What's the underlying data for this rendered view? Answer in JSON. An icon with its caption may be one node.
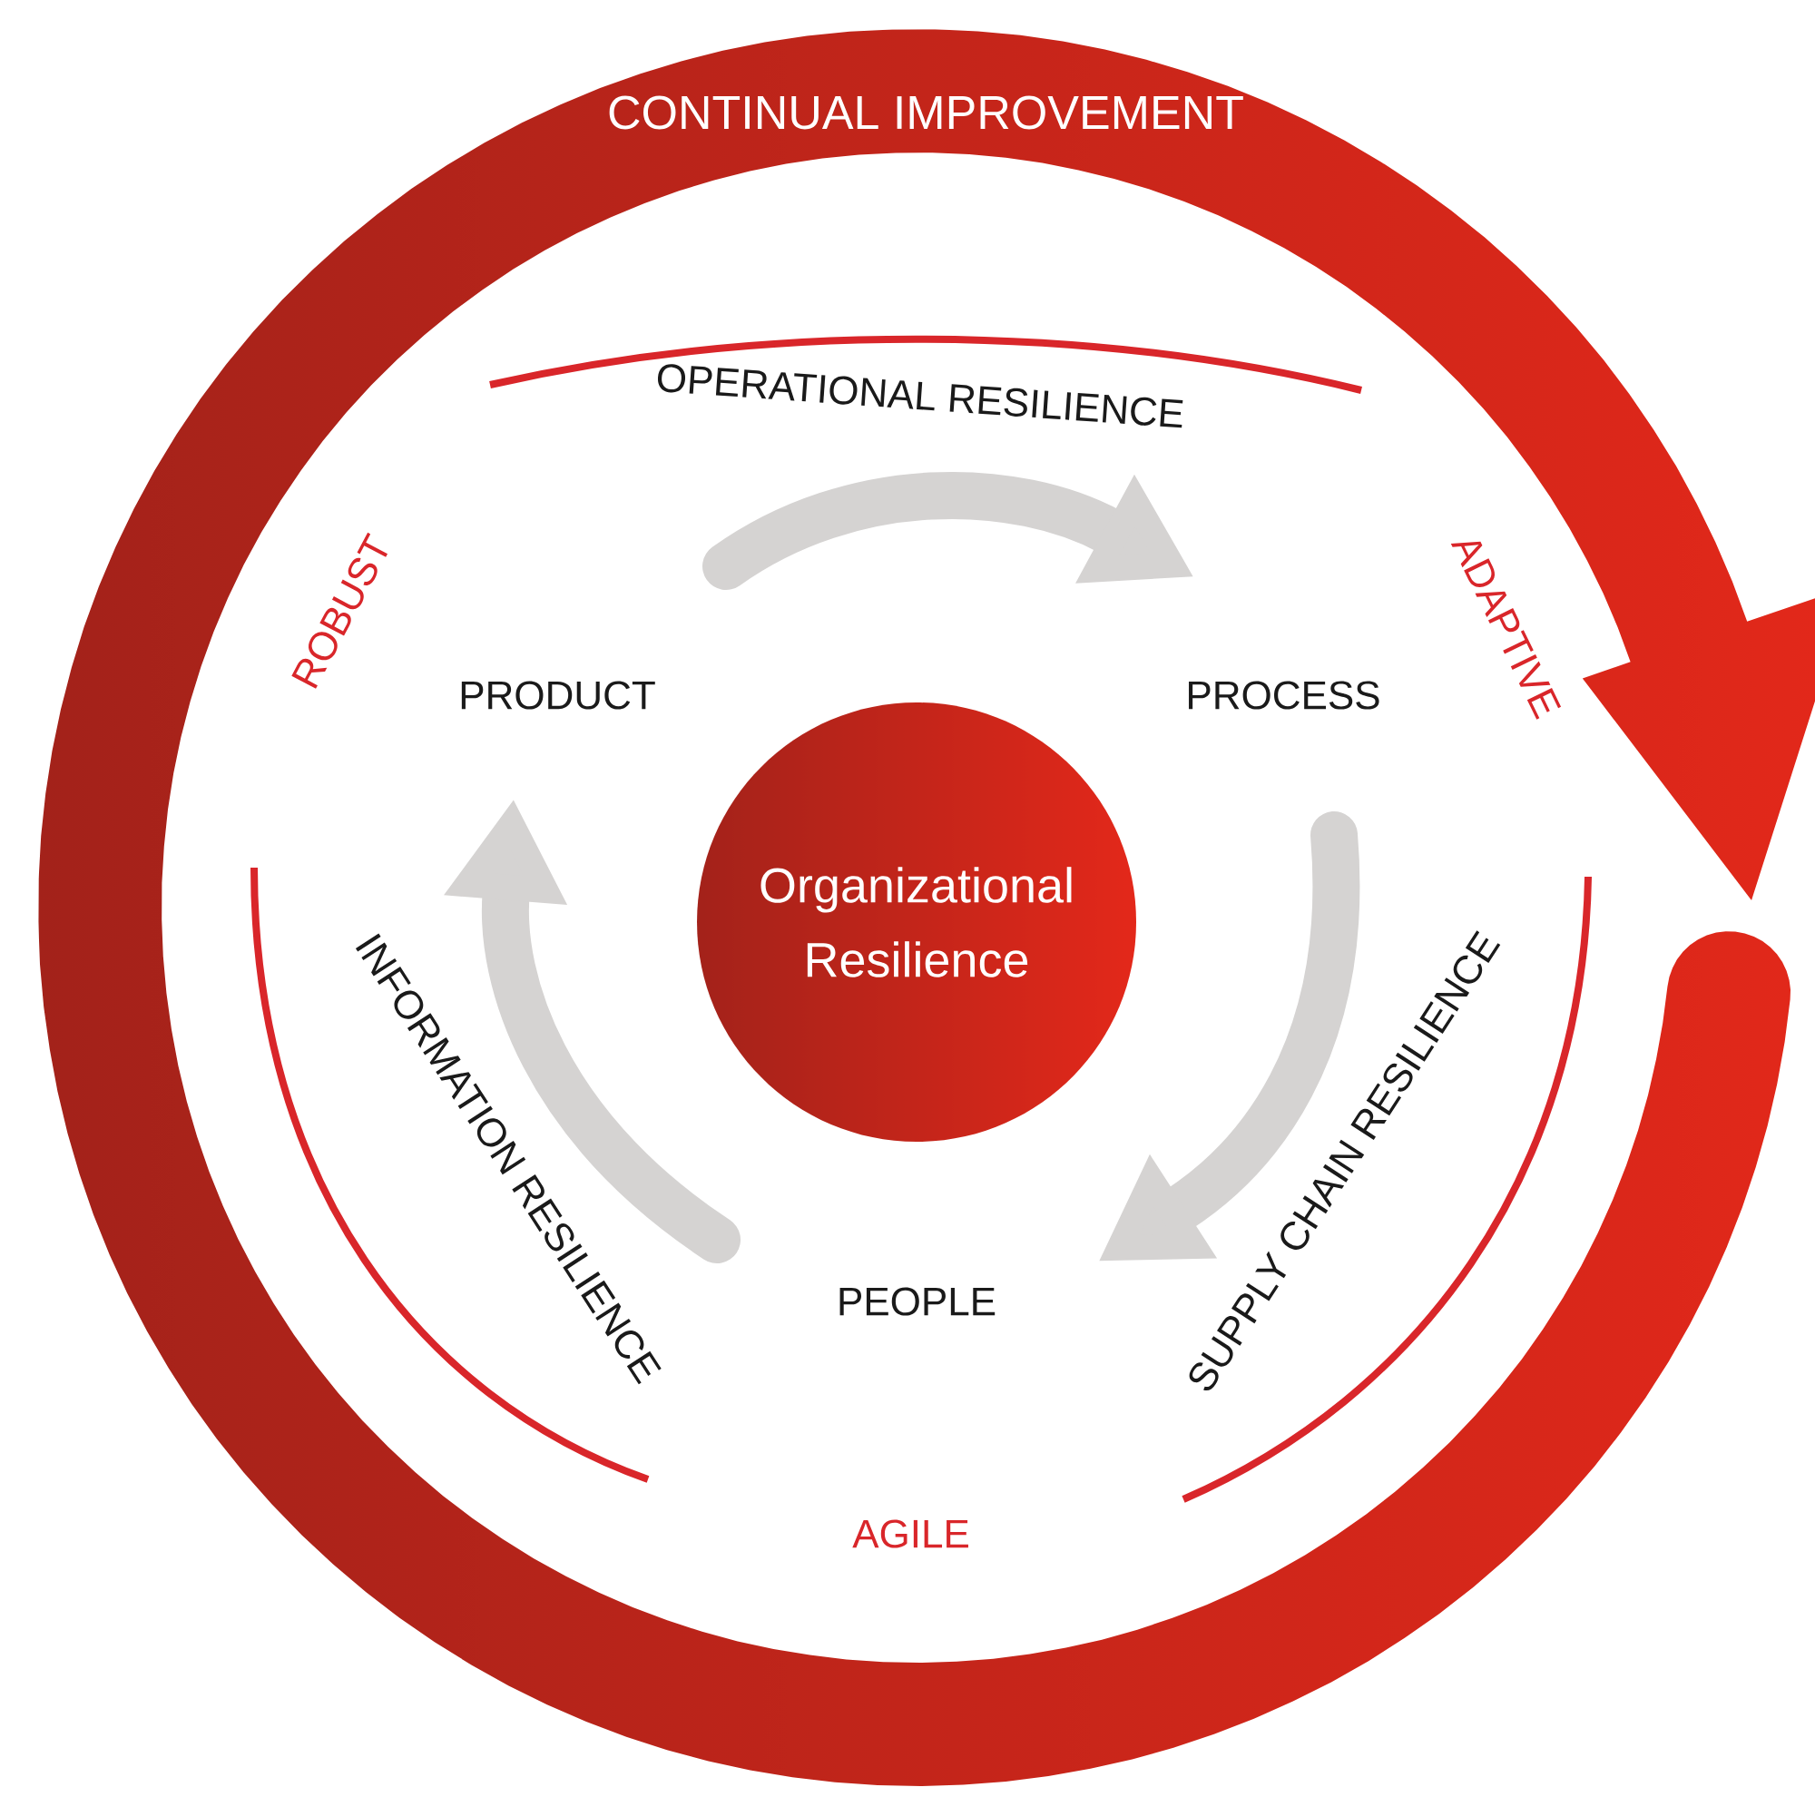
{
  "diagram": {
    "nodes": [
      {
        "text": [
          "PRODUCT"
        ]
      },
      {
        "text": [
          "PROCESS"
        ]
      },
      {
        "text": [
          "PEOPLE"
        ]
      },
      {
        "text": [
          "Organizational Resilience"
        ]
      }
    ],
    "edges": [
      {
        "from": 0,
        "to": 1,
        "arrow": "to"
      },
      {
        "from": 1,
        "to": 2,
        "arrow": "to"
      },
      {
        "from": 2,
        "to": 0,
        "arrow": "to"
      }
    ],
    "labels": [
      "CONTINUAL IMPROVEMENT",
      "OPERATIONAL RESILIENCE",
      "ROBUST",
      "ADAPTIVE",
      "INFORMATION RESILIENCE",
      "SUPPLY CHAIN RESILIENCE",
      "AGILE"
    ]
  }
}
